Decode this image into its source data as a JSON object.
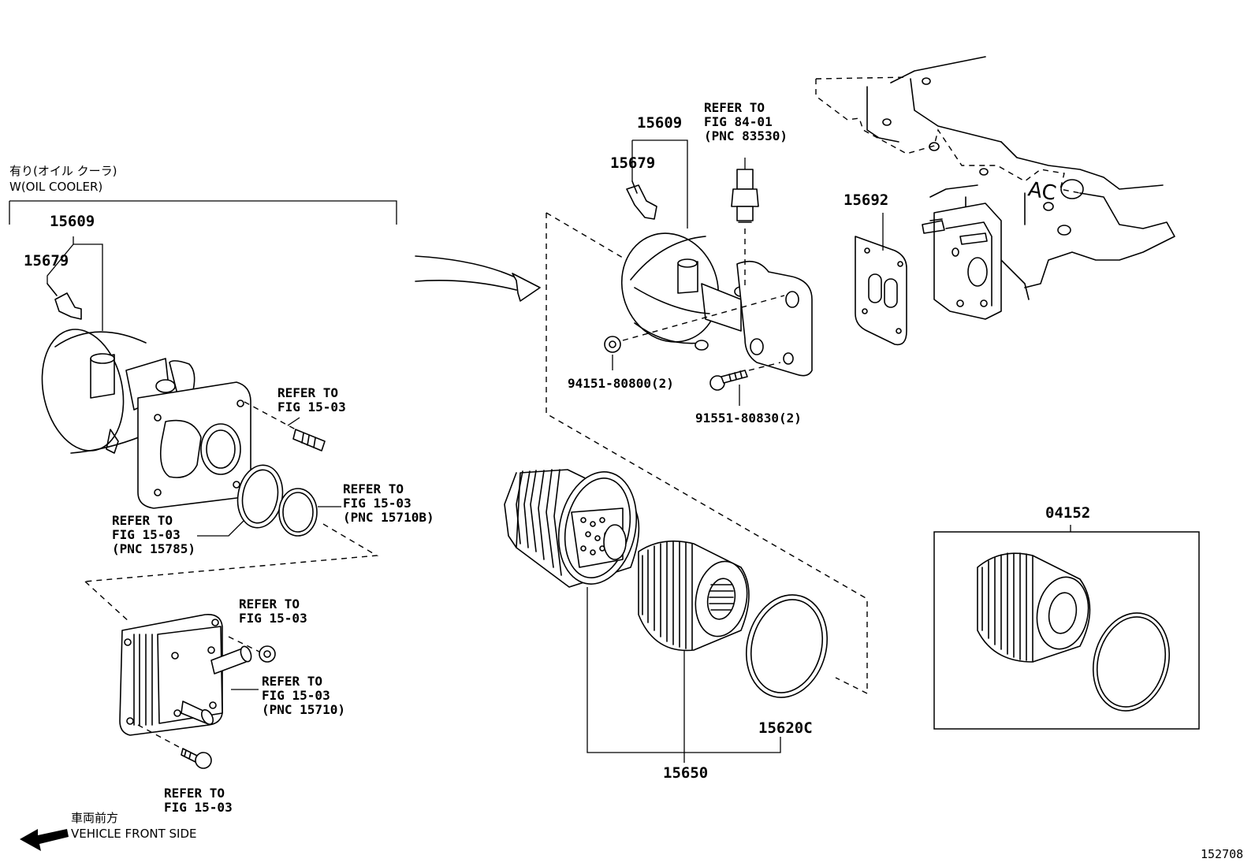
{
  "oil_cooler_note": {
    "jp": "有り(オイル クーラ)",
    "en": "W(OIL COOLER)"
  },
  "labels": {
    "p15609_left": "15609",
    "p15679_left": "15679",
    "p15609_right": "15609",
    "p15679_right": "15679",
    "p15692": "15692",
    "p04152": "04152",
    "p15620c": "15620C",
    "p15650": "15650",
    "p94151": "94151-80800(2)",
    "p91551": "91551-80830(2)"
  },
  "refs": {
    "stud": [
      "REFER TO",
      "FIG 15-03"
    ],
    "gasket_785": [
      "REFER TO",
      "FIG 15-03",
      "(PNC 15785)"
    ],
    "oring_710b": [
      "REFER TO",
      "FIG 15-03",
      "(PNC 15710B)"
    ],
    "switch_830": [
      "REFER TO",
      "FIG 84-01",
      "(PNC 83530)"
    ],
    "cooler_nut": [
      "REFER TO",
      "FIG 15-03"
    ],
    "cooler_pnc": [
      "REFER TO",
      "FIG 15-03",
      "(PNC 15710)"
    ],
    "cooler_bolt": [
      "REFER TO",
      "FIG 15-03"
    ]
  },
  "front_note": {
    "jp": "車両前方",
    "en": "VEHICLE FRONT SIDE"
  },
  "engine_marking": "AC",
  "figure_number": "152708",
  "icons": [
    "front-arrow-icon",
    "transfer-arrow-icon"
  ]
}
